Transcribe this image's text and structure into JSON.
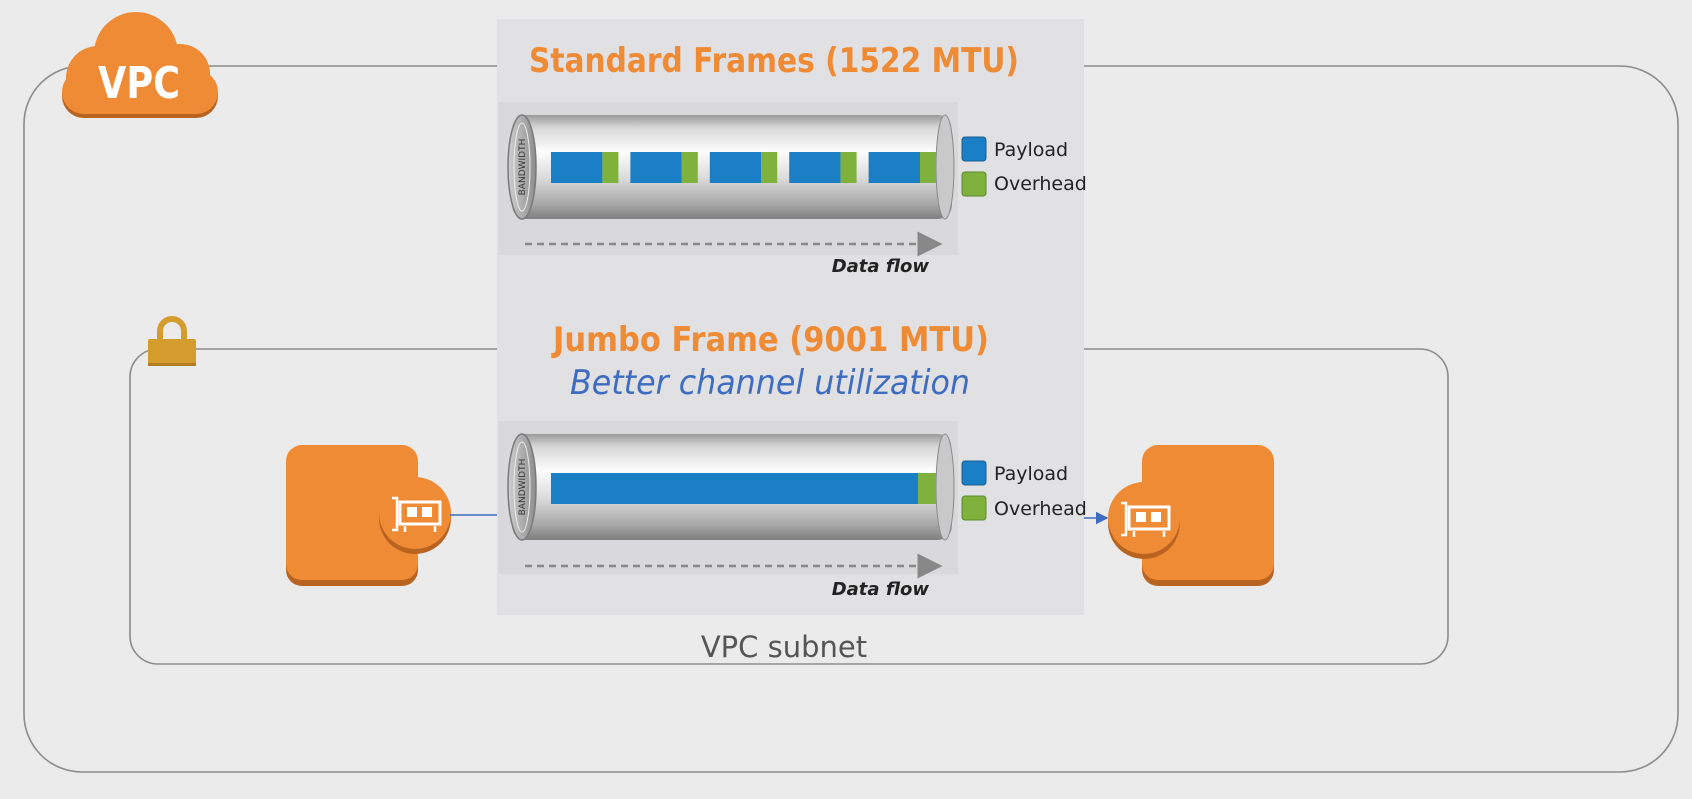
{
  "vpc": {
    "cloud_label": "VPC",
    "subnet_label": "VPC subnet"
  },
  "standard": {
    "title": "Standard Frames (1522 MTU)",
    "tube_label": "BANDWIDTH",
    "legend": {
      "payload": "Payload",
      "overhead": "Overhead"
    },
    "flow_label": "Data flow",
    "frame_count": 5
  },
  "jumbo": {
    "title": "Jumbo Frame (9001 MTU)",
    "subtitle": "Better channel utilization",
    "tube_label": "BANDWIDTH",
    "legend": {
      "payload": "Payload",
      "overhead": "Overhead"
    },
    "flow_label": "Data flow",
    "frame_count": 1
  },
  "colors": {
    "orange": "#ef8a35",
    "payload": "#1b7fc6",
    "overhead": "#7fb23d",
    "subtitle_blue": "#3d6cc0",
    "lock": "#d59d2e"
  },
  "icons": {
    "cloud": "vpc-cloud-icon",
    "lock": "lock-icon",
    "instance": "ec2-instance-icon",
    "eni": "network-interface-icon"
  }
}
